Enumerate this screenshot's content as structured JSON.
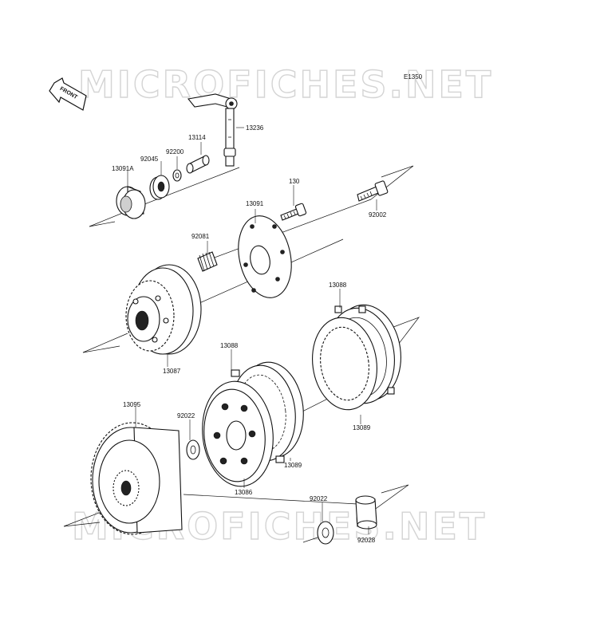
{
  "diagram": {
    "code": "E1350",
    "front_label": "FRONT",
    "watermark": "MICROFICHES.NET",
    "parts": {
      "p13236": "13236",
      "p13114": "13114",
      "p92200": "92200",
      "p92045": "92045",
      "p13091A": "13091A",
      "p130": "130",
      "p92002": "92002",
      "p13091": "13091",
      "p92081": "92081",
      "p13087": "13087",
      "p13088a": "13088",
      "p13088b": "13088",
      "p13089a": "13089",
      "p13089b": "13089",
      "p13086": "13086",
      "p92022a": "92022",
      "p13095": "13095",
      "p92022b": "92022",
      "p92028": "92028"
    }
  }
}
